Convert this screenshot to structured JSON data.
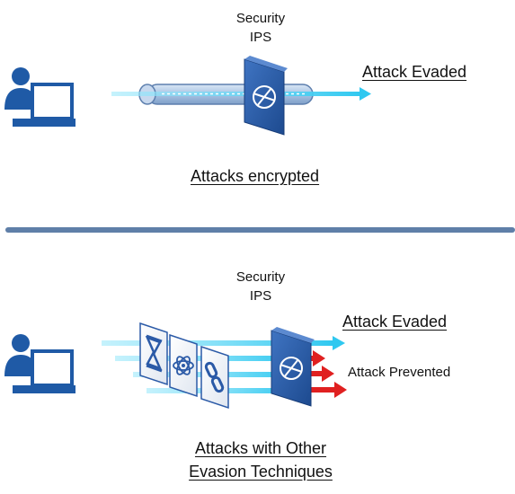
{
  "top_panel": {
    "ips_label_line1": "Security",
    "ips_label_line2": "IPS",
    "outcome": "Attack Evaded",
    "caption": "Attacks encrypted"
  },
  "bottom_panel": {
    "ips_label_line1": "Security",
    "ips_label_line2": "IPS",
    "outcome_evaded": "Attack Evaded",
    "outcome_prevented": "Attack Prevented",
    "caption_line1": "Attacks with Other",
    "caption_line2": "Evasion Techniques"
  },
  "icons": {
    "user": "user-at-laptop-icon",
    "ips": "ips-shield-icon",
    "evasion": [
      "hourglass-icon",
      "atom-icon",
      "chain-link-icon"
    ]
  },
  "colors": {
    "attack_flow": "#4fd3f5",
    "prevented_arrow": "#e02020",
    "ips_device": "#2b5aa7",
    "user_icon": "#1f5aa6",
    "divider": "#5f7fa8"
  }
}
